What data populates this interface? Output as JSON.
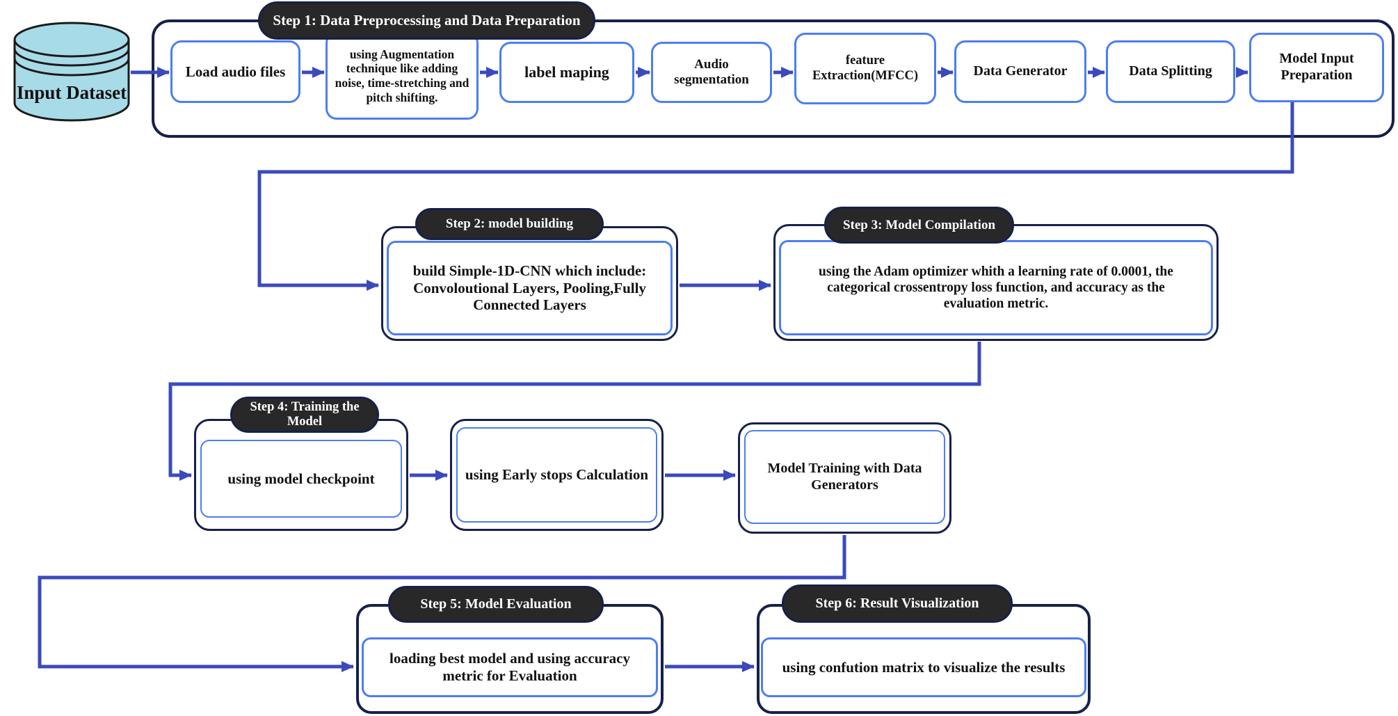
{
  "colors": {
    "connector": "#3a4abc",
    "box-border": "#4c7df2",
    "outer-border": "#16204a",
    "pill-bg": "#282828",
    "pill-text": "#ffffff",
    "cylinder-fill": "#a8dbe8",
    "cylinder-stroke": "#1b1b1b",
    "text": "#111111",
    "background": "#ffffff"
  },
  "diagram": {
    "input_node": {
      "label": "Input Dataset"
    },
    "step1": {
      "title": "Step 1: Data Preprocessing and Data Preparation",
      "boxes": [
        "Load audio files",
        "using Augmentation technique like adding noise, time-stretching and pitch shifting.",
        "label maping",
        "Audio segmentation",
        "feature Extraction(MFCC)",
        "Data Generator",
        "Data Splitting",
        "Model Input Preparation"
      ]
    },
    "step2": {
      "title": "Step 2: model building",
      "body": "build Simple-1D-CNN which include: Convoloutional Layers, Pooling,Fully Connected Layers"
    },
    "step3": {
      "title": "Step 3: Model Compilation",
      "body": "using the Adam optimizer whith a learning rate of 0.0001, the categorical crossentropy loss function, and accuracy as the evaluation metric."
    },
    "step4": {
      "title": "Step 4: Training the Model",
      "boxes": [
        "using model checkpoint",
        "using Early stops Calculation",
        "Model Training with Data Generators"
      ]
    },
    "step5": {
      "title": "Step 5: Model Evaluation",
      "body": "loading best model and using accuracy metric for Evaluation"
    },
    "step6": {
      "title": "Step 6: Result Visualization",
      "body": "using confution matrix to visualize the results"
    }
  }
}
